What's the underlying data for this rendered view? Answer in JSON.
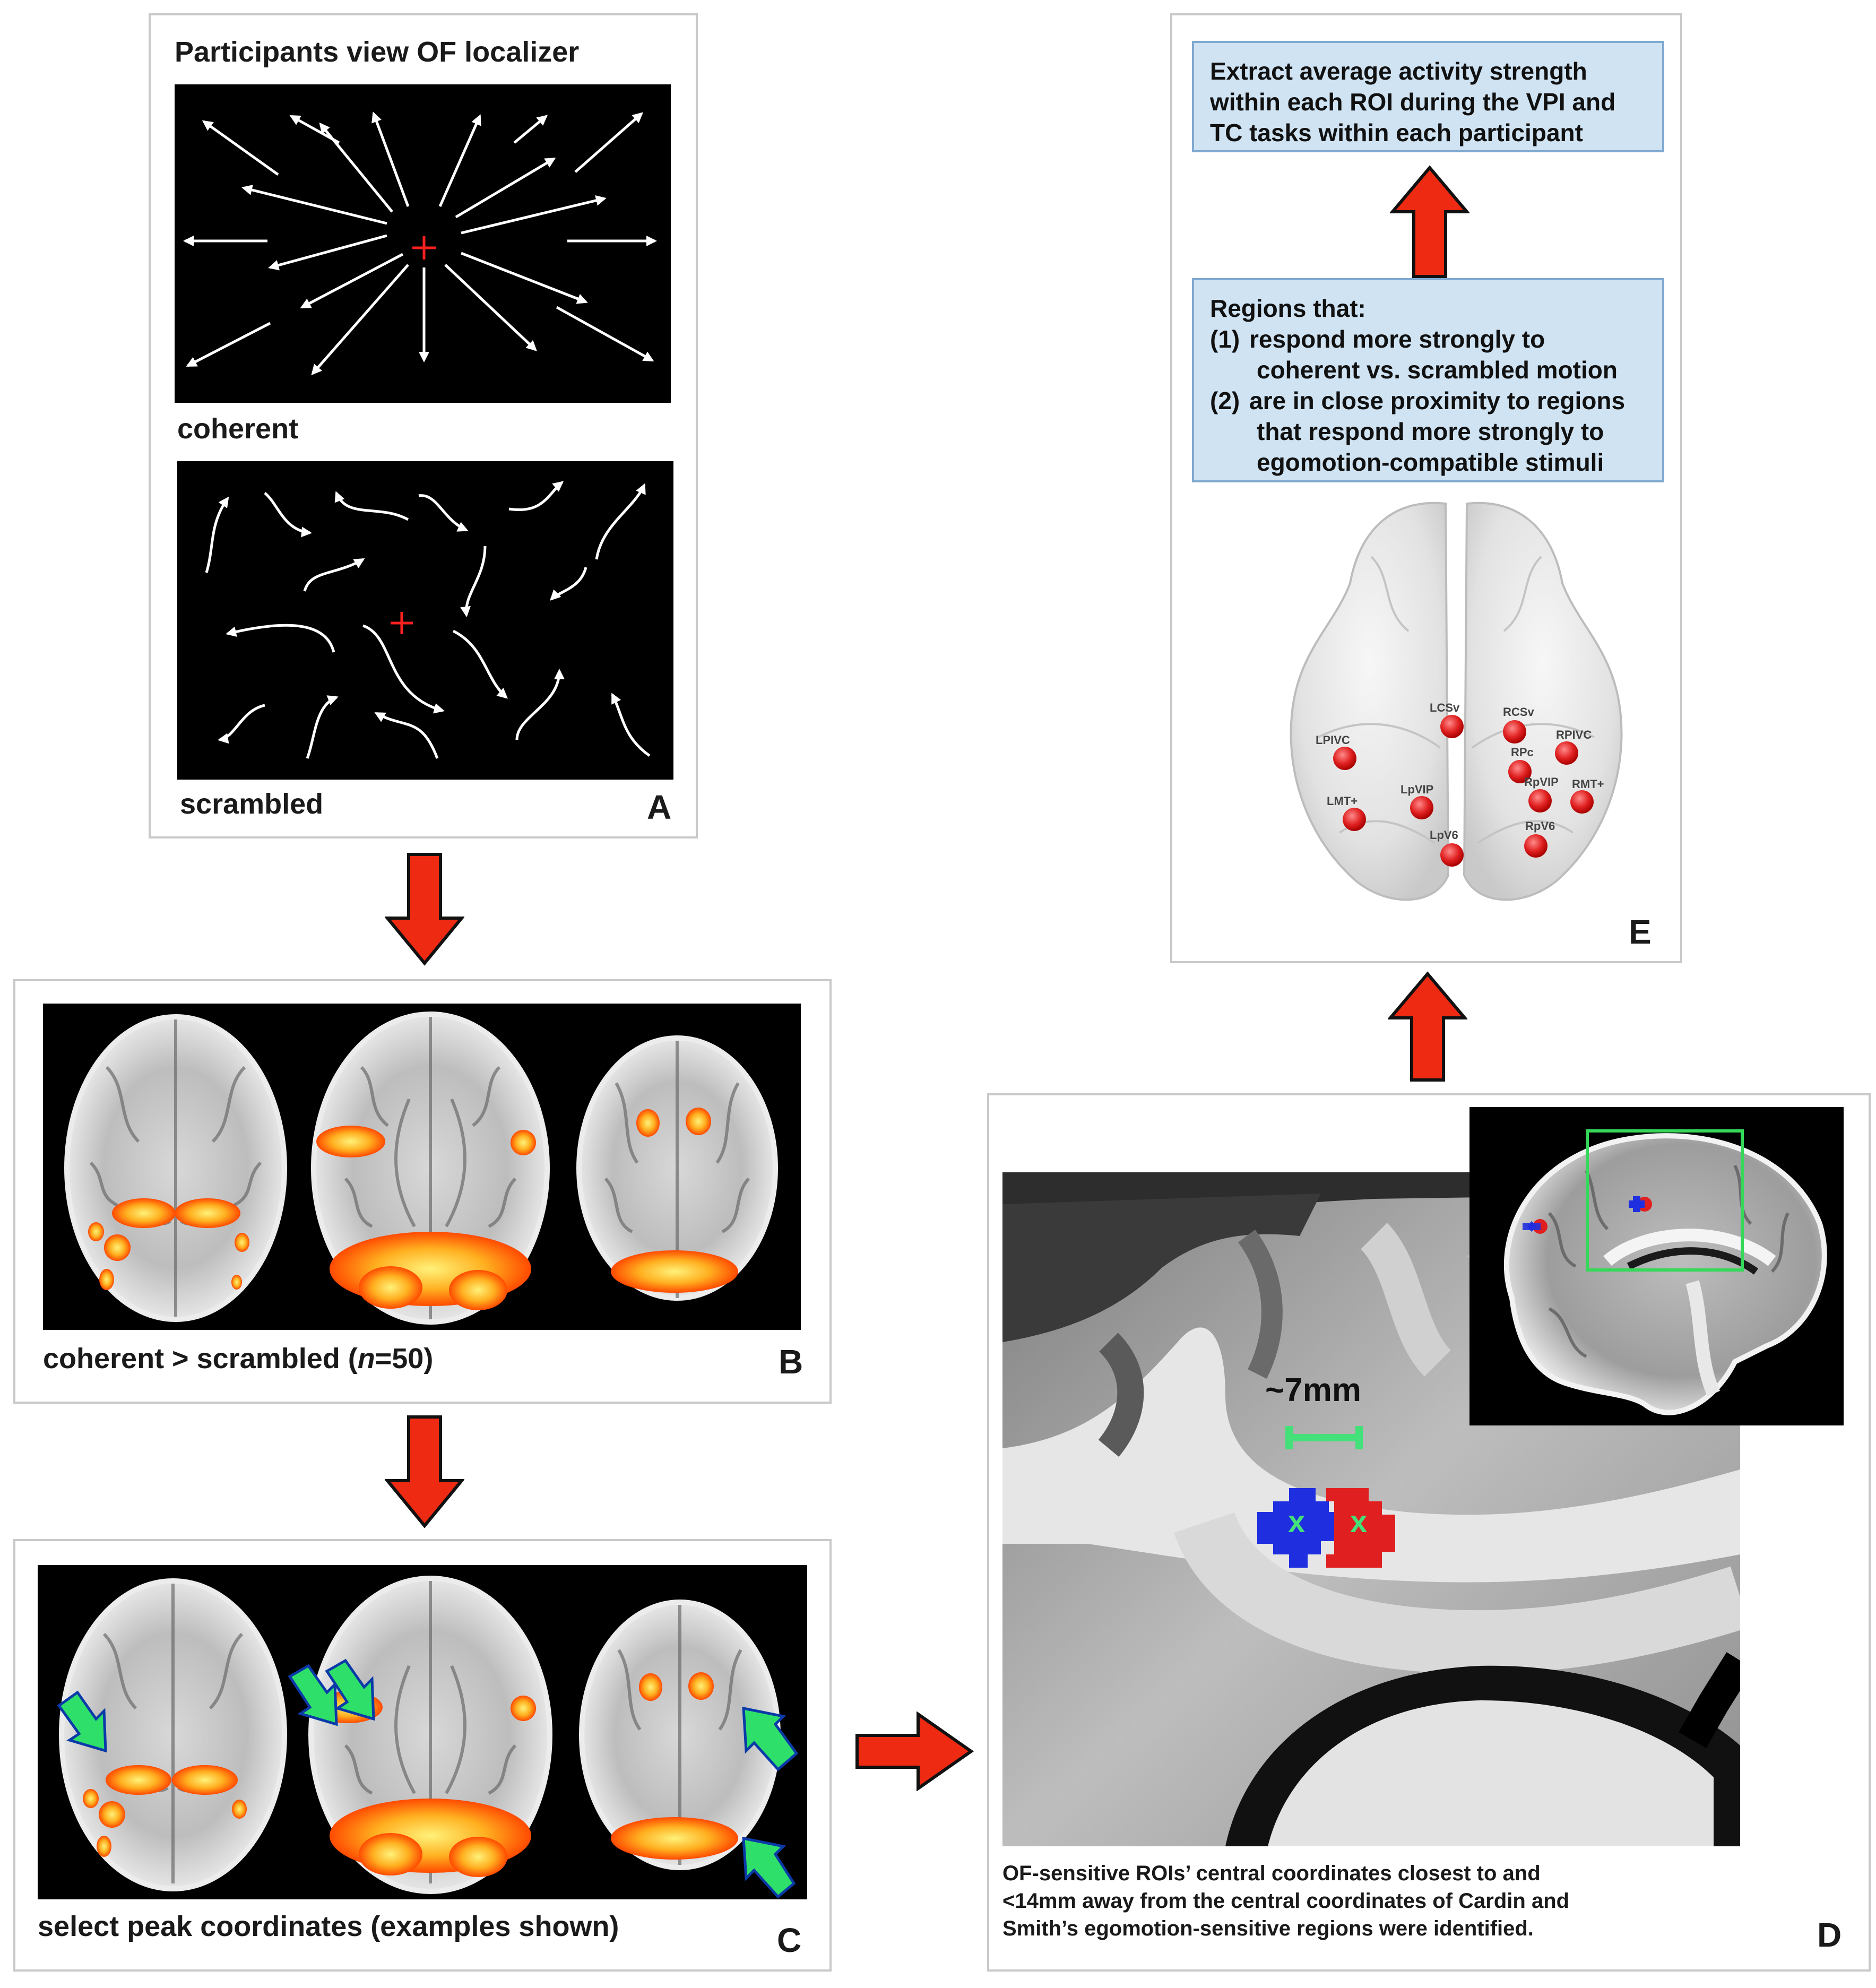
{
  "panelA": {
    "title": "Participants view OF localizer",
    "coherent_label": "coherent",
    "scrambled_label": "scrambled",
    "letter": "A"
  },
  "panelB": {
    "caption_prefix": "coherent > scrambled (",
    "caption_n": "n",
    "caption_suffix": "=50)",
    "letter": "B"
  },
  "panelC": {
    "caption": "select peak coordinates (examples shown)",
    "letter": "C"
  },
  "panelD": {
    "distance_label": "~7mm",
    "marker_x": "x",
    "caption_lines": [
      "OF-sensitive ROIs’ central coordinates closest to and",
      "<14mm away from the central coordinates of Cardin and",
      "Smith’s egomotion-sensitive regions were identified."
    ],
    "letter": "D"
  },
  "panelE": {
    "top_box_lines": [
      "Extract average activity strength",
      "within each ROI during the VPI and",
      "TC tasks within each participant"
    ],
    "regions_title": "Regions that:",
    "criteria": [
      {
        "num": "(1)",
        "lines": [
          "respond more strongly to",
          "coherent vs. scrambled motion"
        ]
      },
      {
        "num": "(2)",
        "lines": [
          "are in close proximity to regions",
          "that respond more strongly to",
          "egomotion-compatible stimuli"
        ]
      }
    ],
    "roi_labels": [
      "LCSv",
      "RCSv",
      "LPIVC",
      "RPIVC",
      "RPc",
      "LpVIP",
      "RpVIP",
      "RMT+",
      "LMT+",
      "LpV6",
      "RpV6"
    ],
    "letter": "E"
  },
  "colors": {
    "arrow_fill": "#ee2a12",
    "arrow_stroke": "#111111",
    "green_marker": "#44e07a",
    "roi_red": "#e02020",
    "roi_blue": "#1f2fe0",
    "box_fill": "#cfe3f3",
    "box_border": "#7fa9cf"
  }
}
